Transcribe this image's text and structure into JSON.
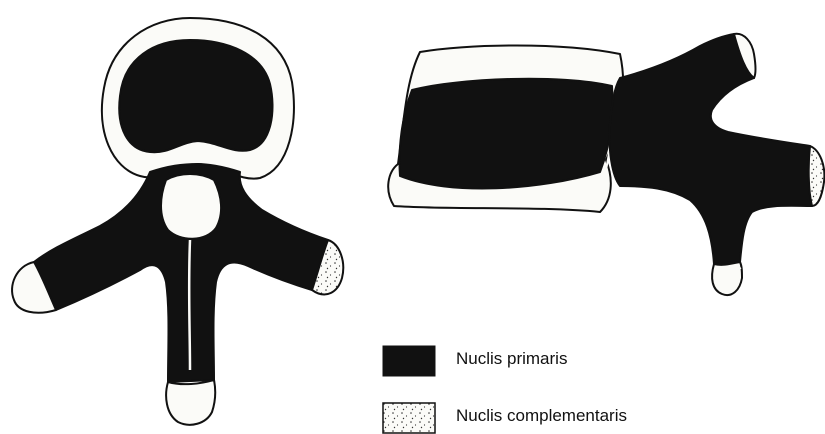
{
  "legend": {
    "items": [
      {
        "label": "Nuclis primaris",
        "swatch": "solid-black",
        "color": "#111111"
      },
      {
        "label": "Nuclis complementaris",
        "swatch": "stippled-white",
        "color": "#ffffff"
      }
    ]
  },
  "colors": {
    "primary_ossification": "#111111",
    "complementary_ossification": "#fbfbf8",
    "outline": "#111111",
    "background": "#ffffff"
  }
}
